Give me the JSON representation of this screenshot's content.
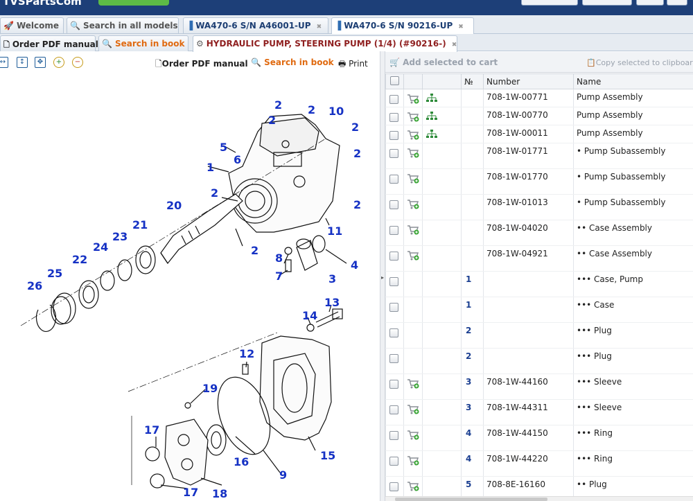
{
  "header": {
    "logo_text": "TVSPartsCom"
  },
  "tabs_row1": [
    {
      "label": "Welcome"
    },
    {
      "label": "Search in all models"
    },
    {
      "label": "WA470-6 S/N A46001-UP"
    },
    {
      "label": "WA470-6 S/N 90216-UP"
    }
  ],
  "tabs_row2": [
    {
      "label": "Order PDF manual"
    },
    {
      "label": "Search in book"
    },
    {
      "label": "HYDRAULIC PUMP, STEERING PUMP (1/4) (#90216-)"
    }
  ],
  "left_toolbar": {
    "order_pdf_label": "Order PDF manual",
    "search_in_book_label": "Search in book",
    "print_label": "Print"
  },
  "right_toolbar": {
    "add_to_cart_label": "Add selected to cart",
    "copy_clipboard_label": "Copy selected to clipboard"
  },
  "table": {
    "columns": [
      "№",
      "Number",
      "Name"
    ],
    "rows": [
      {
        "no": "",
        "number": "708-1W-00771",
        "name": "Pump Assembly",
        "cart": true,
        "tree": true
      },
      {
        "no": "",
        "number": "708-1W-00770",
        "name": "Pump Assembly",
        "cart": true,
        "tree": true
      },
      {
        "no": "",
        "number": "708-1W-00011",
        "name": "Pump Assembly",
        "cart": true,
        "tree": true
      },
      {
        "no": "",
        "number": "708-1W-01771",
        "name": "• Pump Subassembly",
        "cart": true,
        "tree": false
      },
      {
        "no": "",
        "number": "708-1W-01770",
        "name": "• Pump Subassembly",
        "cart": true,
        "tree": false
      },
      {
        "no": "",
        "number": "708-1W-01013",
        "name": "• Pump Subassembly",
        "cart": true,
        "tree": false
      },
      {
        "no": "",
        "number": "708-1W-04020",
        "name": "•• Case Assembly",
        "cart": true,
        "tree": false
      },
      {
        "no": "",
        "number": "708-1W-04921",
        "name": "•• Case Assembly",
        "cart": true,
        "tree": false
      },
      {
        "no": "1",
        "number": "",
        "name": "••• Case, Pump",
        "cart": false,
        "tree": false
      },
      {
        "no": "1",
        "number": "",
        "name": "••• Case",
        "cart": false,
        "tree": false
      },
      {
        "no": "2",
        "number": "",
        "name": "••• Plug",
        "cart": false,
        "tree": false
      },
      {
        "no": "2",
        "number": "",
        "name": "••• Plug",
        "cart": false,
        "tree": false
      },
      {
        "no": "3",
        "number": "708-1W-44160",
        "name": "••• Sleeve",
        "cart": true,
        "tree": false
      },
      {
        "no": "3",
        "number": "708-1W-44311",
        "name": "••• Sleeve",
        "cart": true,
        "tree": false
      },
      {
        "no": "4",
        "number": "708-1W-44150",
        "name": "••• Ring",
        "cart": true,
        "tree": false
      },
      {
        "no": "4",
        "number": "708-1W-44220",
        "name": "••• Ring",
        "cart": true,
        "tree": false
      },
      {
        "no": "5",
        "number": "708-8E-16160",
        "name": "•• Plug",
        "cart": true,
        "tree": false
      }
    ]
  },
  "diagram": {
    "callouts": [
      "2",
      "2",
      "2",
      "10",
      "2",
      "5",
      "6",
      "2",
      "1",
      "2",
      "2",
      "20",
      "21",
      "23",
      "24",
      "22",
      "25",
      "26",
      "2",
      "8",
      "7",
      "11",
      "4",
      "3",
      "13",
      "14",
      "12",
      "19",
      "17",
      "16",
      "15",
      "9",
      "17",
      "18"
    ]
  },
  "colors": {
    "nav_bg": "#1d3f78",
    "callout": "#1531c4",
    "orange_link": "#e06a10",
    "active_tab_text": "#1c3e73",
    "page_tab_text": "#8f1f1f"
  }
}
